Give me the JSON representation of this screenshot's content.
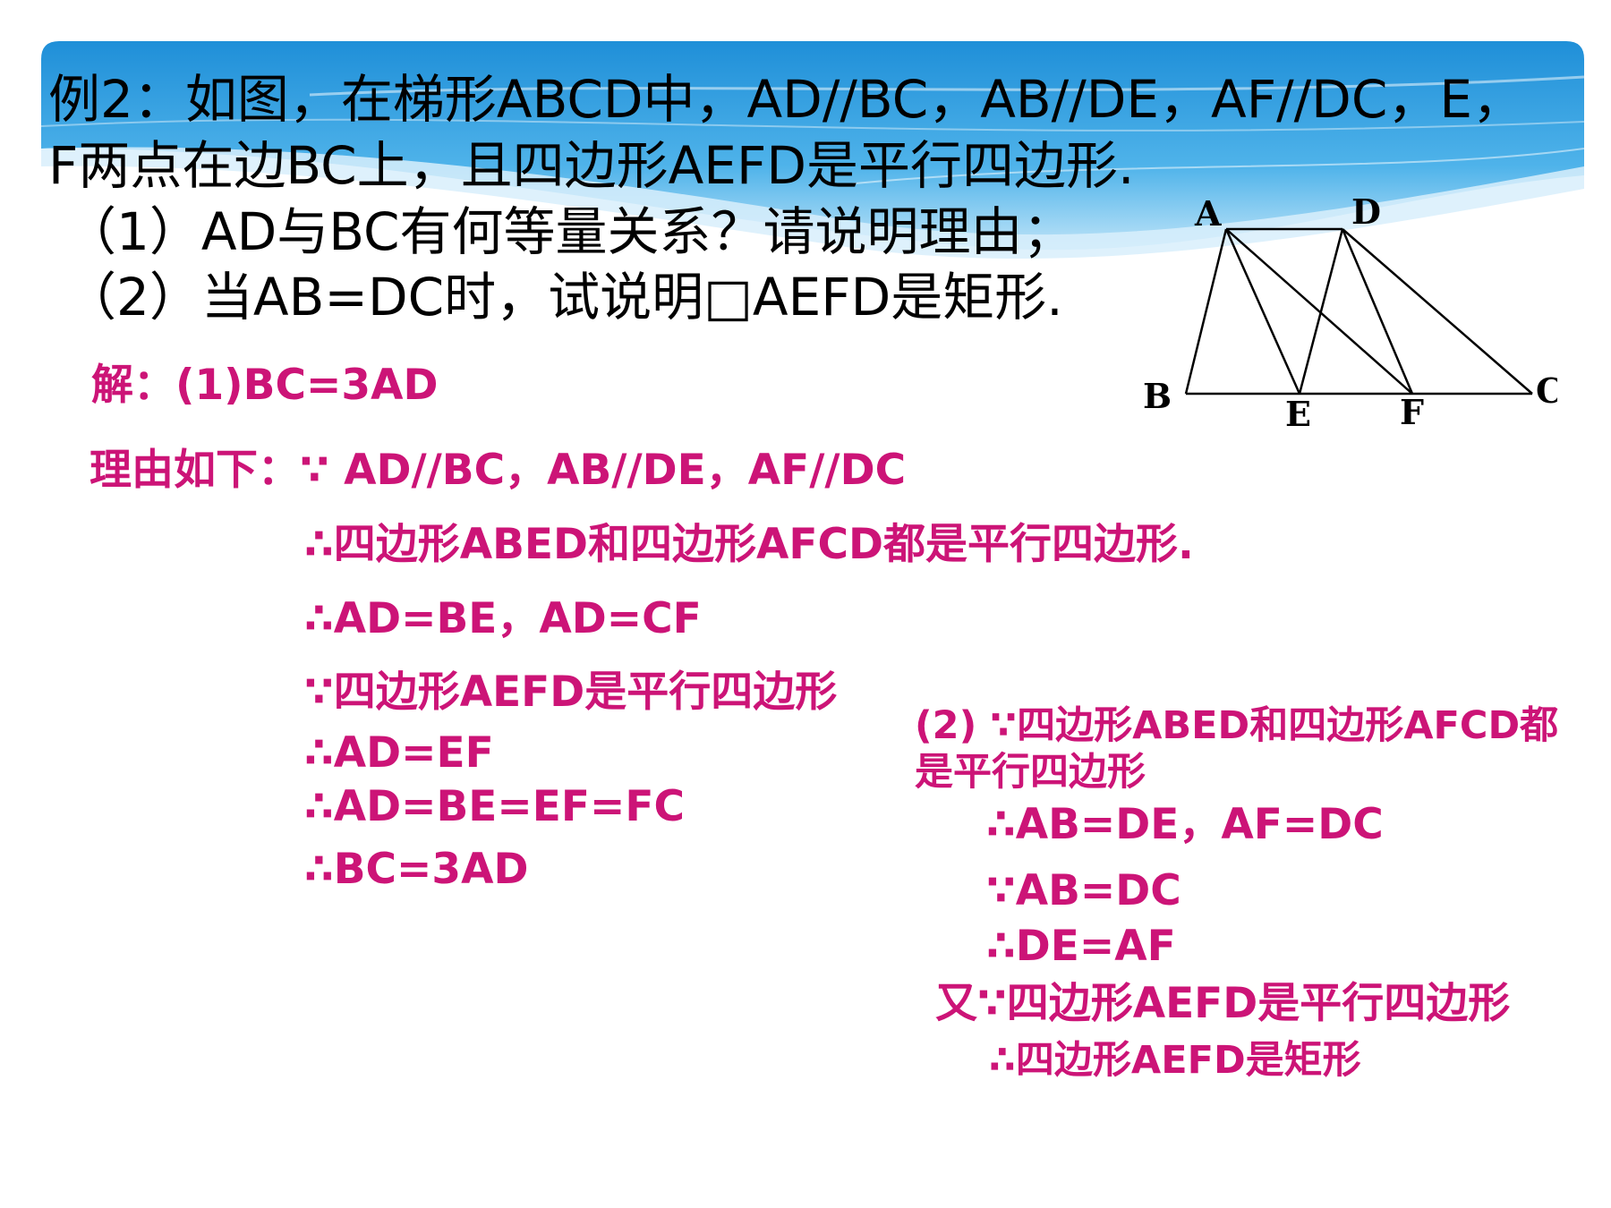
{
  "problem": {
    "line1": "例2：如图，在梯形ABCD中，AD//BC，AB//DE，AF//DC，E，",
    "line2": "F两点在边BC上，且四边形AEFD是平行四边形.",
    "q1": "（1）AD与BC有何等量关系？请说明理由；",
    "q2": "（2）当AB=DC时，试说明□AEFD是矩形."
  },
  "figure": {
    "labels": {
      "A": "A",
      "D": "D",
      "B": "B",
      "E": "E",
      "F": "F",
      "C": "C"
    }
  },
  "solution1": {
    "header": "解：(1)BC=3AD",
    "reason_intro": "理由如下：∵ AD//BC，AB//DE，AF//DC",
    "s1": "∴四边形ABED和四边形AFCD都是平行四边形.",
    "s2": "∴AD=BE，AD=CF",
    "s3": "∵四边形AEFD是平行四边形",
    "s4": "∴AD=EF",
    "s5": "∴AD=BE=EF=FC",
    "s6": "∴BC=3AD"
  },
  "solution2": {
    "l1": "(2) ∵四边形ABED和四边形AFCD都",
    "l2": "是平行四边形",
    "l3": "∴AB=DE，AF=DC",
    "l4": "∵AB=DC",
    "l5": "∴DE=AF",
    "l6": "又∵四边形AEFD是平行四边形",
    "l7": "∴四边形AEFD是矩形"
  },
  "colors": {
    "banner_blue": "#2a9be0",
    "banner_light": "#cfeaf9",
    "solution_text": "#cc1477",
    "problem_text": "#000000"
  }
}
